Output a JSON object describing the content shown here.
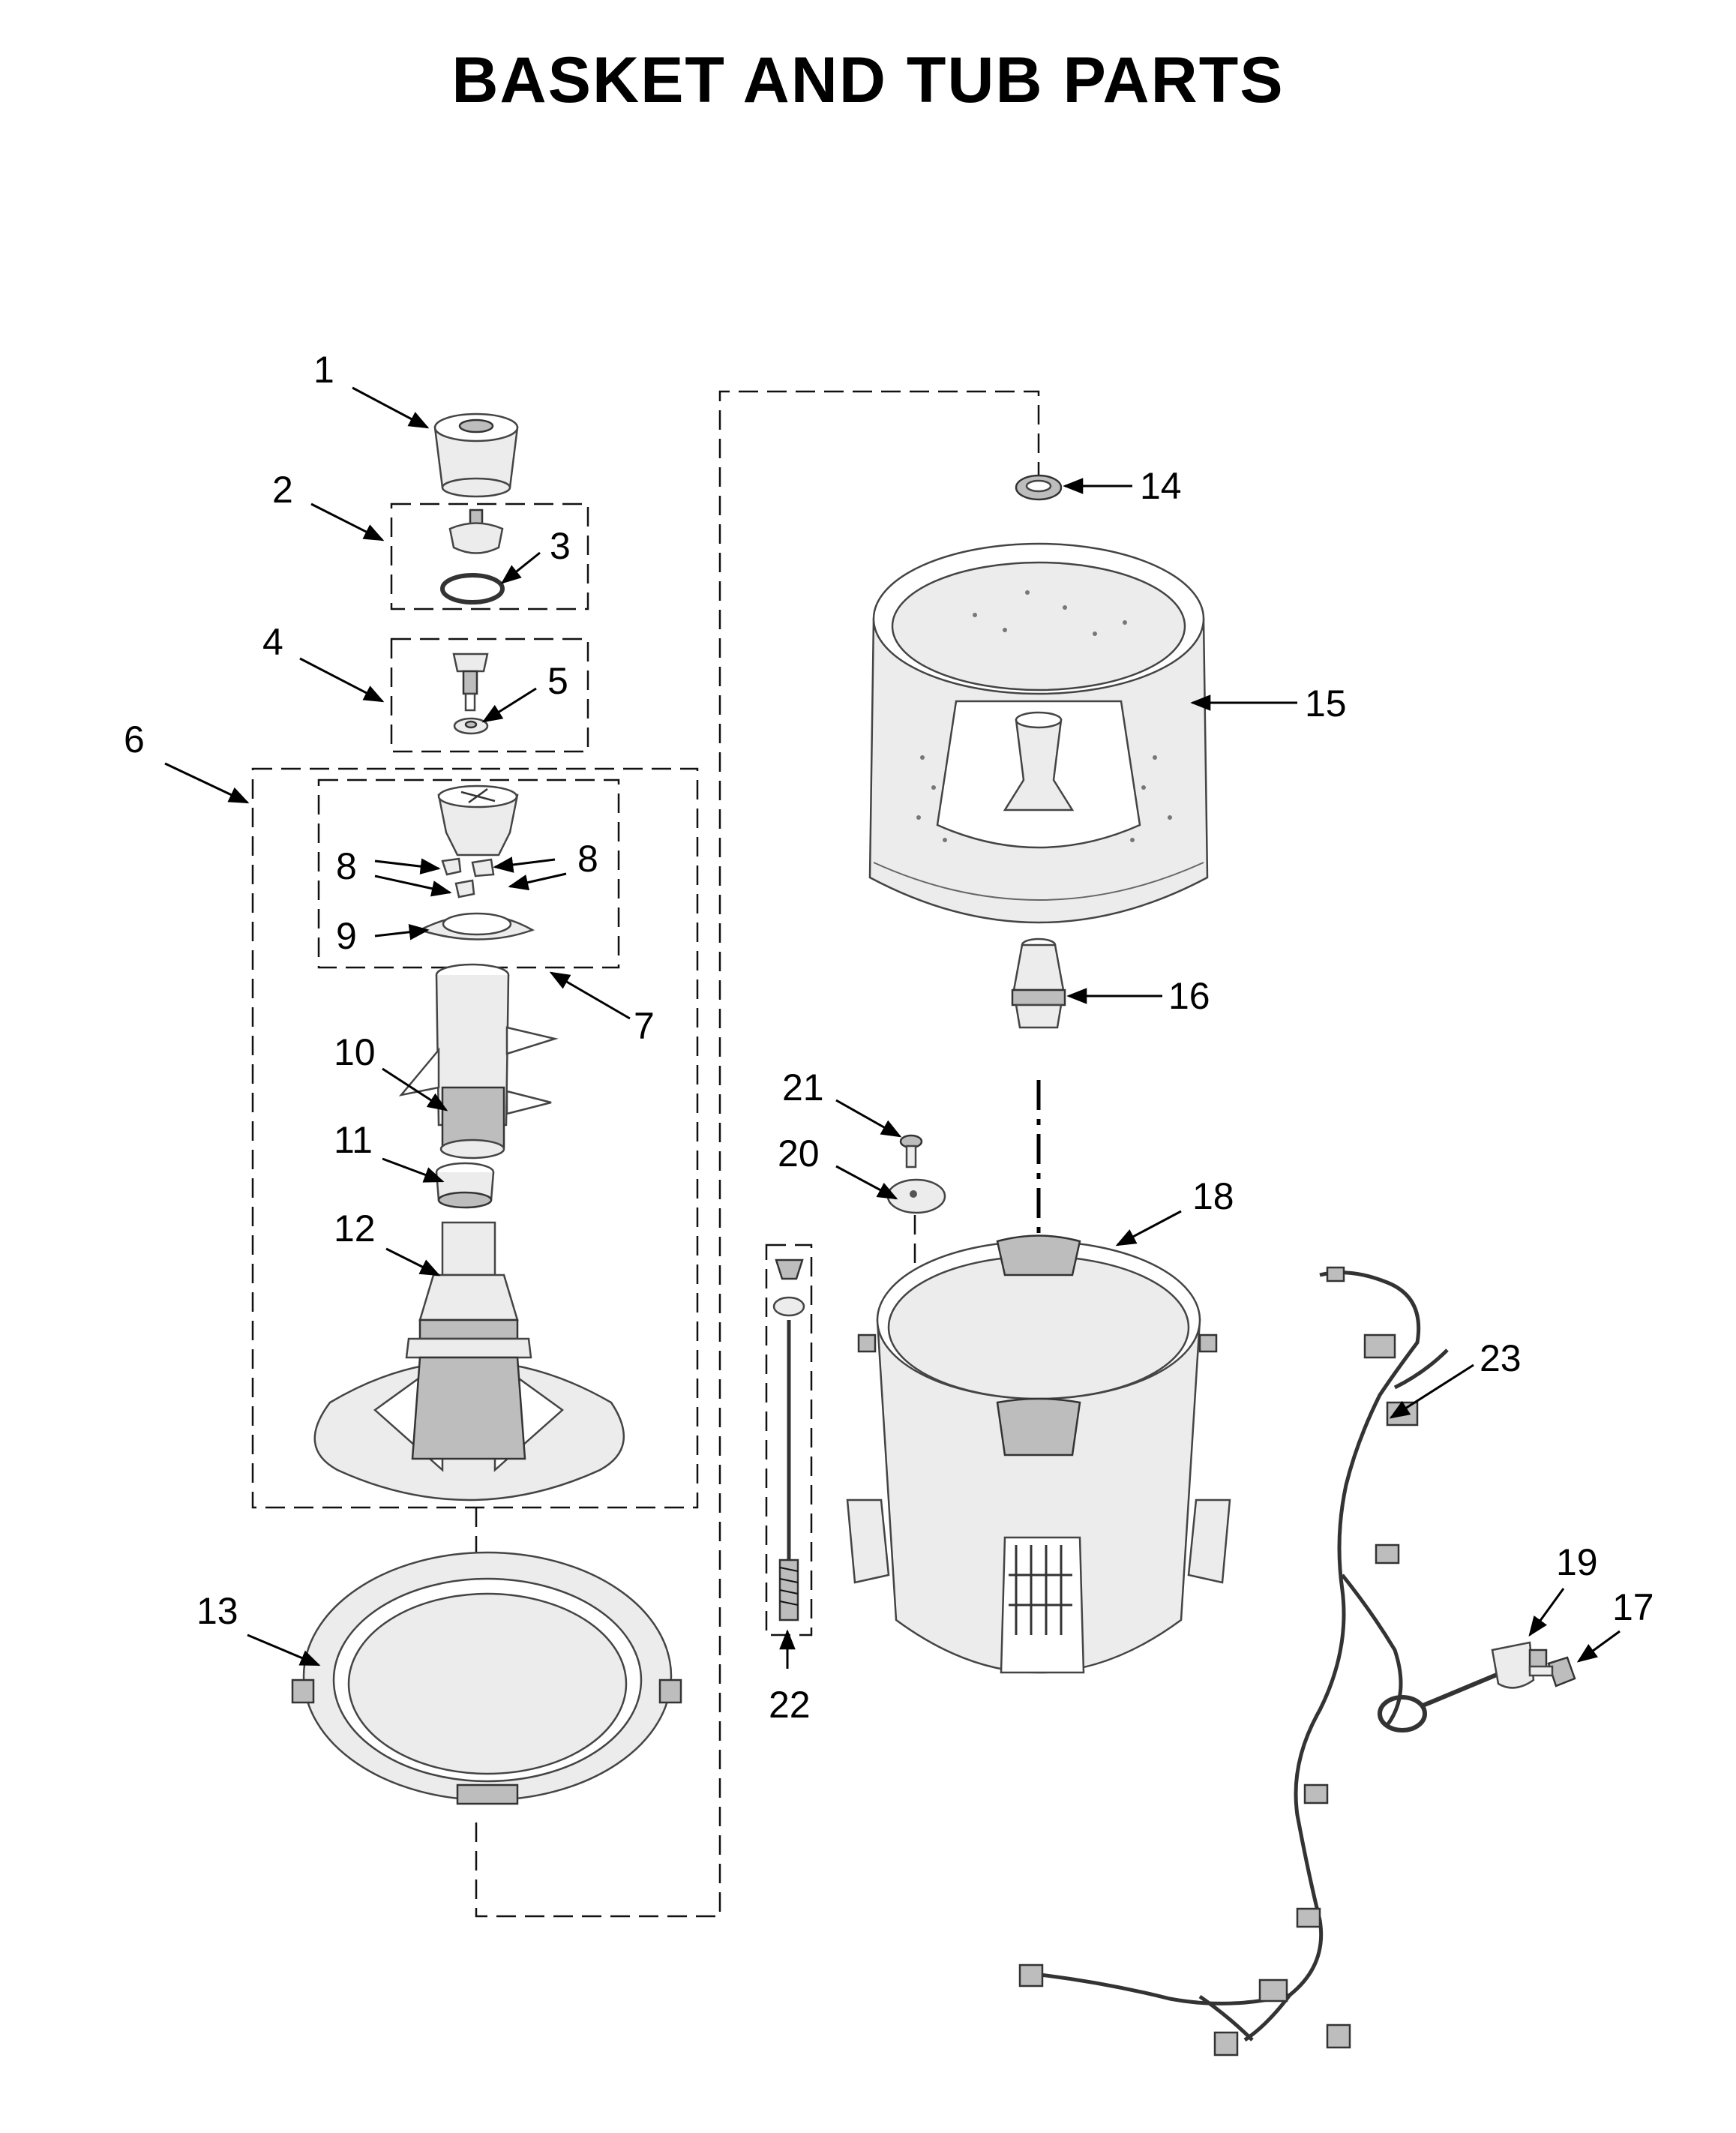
{
  "title": "BASKET AND TUB PARTS",
  "callouts": [
    {
      "id": "1",
      "label": "1"
    },
    {
      "id": "2",
      "label": "2"
    },
    {
      "id": "3",
      "label": "3"
    },
    {
      "id": "4",
      "label": "4"
    },
    {
      "id": "5",
      "label": "5"
    },
    {
      "id": "6",
      "label": "6"
    },
    {
      "id": "7",
      "label": "7"
    },
    {
      "id": "8a",
      "label": "8"
    },
    {
      "id": "8b",
      "label": "8"
    },
    {
      "id": "9",
      "label": "9"
    },
    {
      "id": "10",
      "label": "10"
    },
    {
      "id": "11",
      "label": "11"
    },
    {
      "id": "12",
      "label": "12"
    },
    {
      "id": "13",
      "label": "13"
    },
    {
      "id": "14",
      "label": "14"
    },
    {
      "id": "15",
      "label": "15"
    },
    {
      "id": "16",
      "label": "16"
    },
    {
      "id": "17",
      "label": "17"
    },
    {
      "id": "18",
      "label": "18"
    },
    {
      "id": "19",
      "label": "19"
    },
    {
      "id": "20",
      "label": "20"
    },
    {
      "id": "21",
      "label": "21"
    },
    {
      "id": "22",
      "label": "22"
    },
    {
      "id": "23",
      "label": "23"
    }
  ]
}
